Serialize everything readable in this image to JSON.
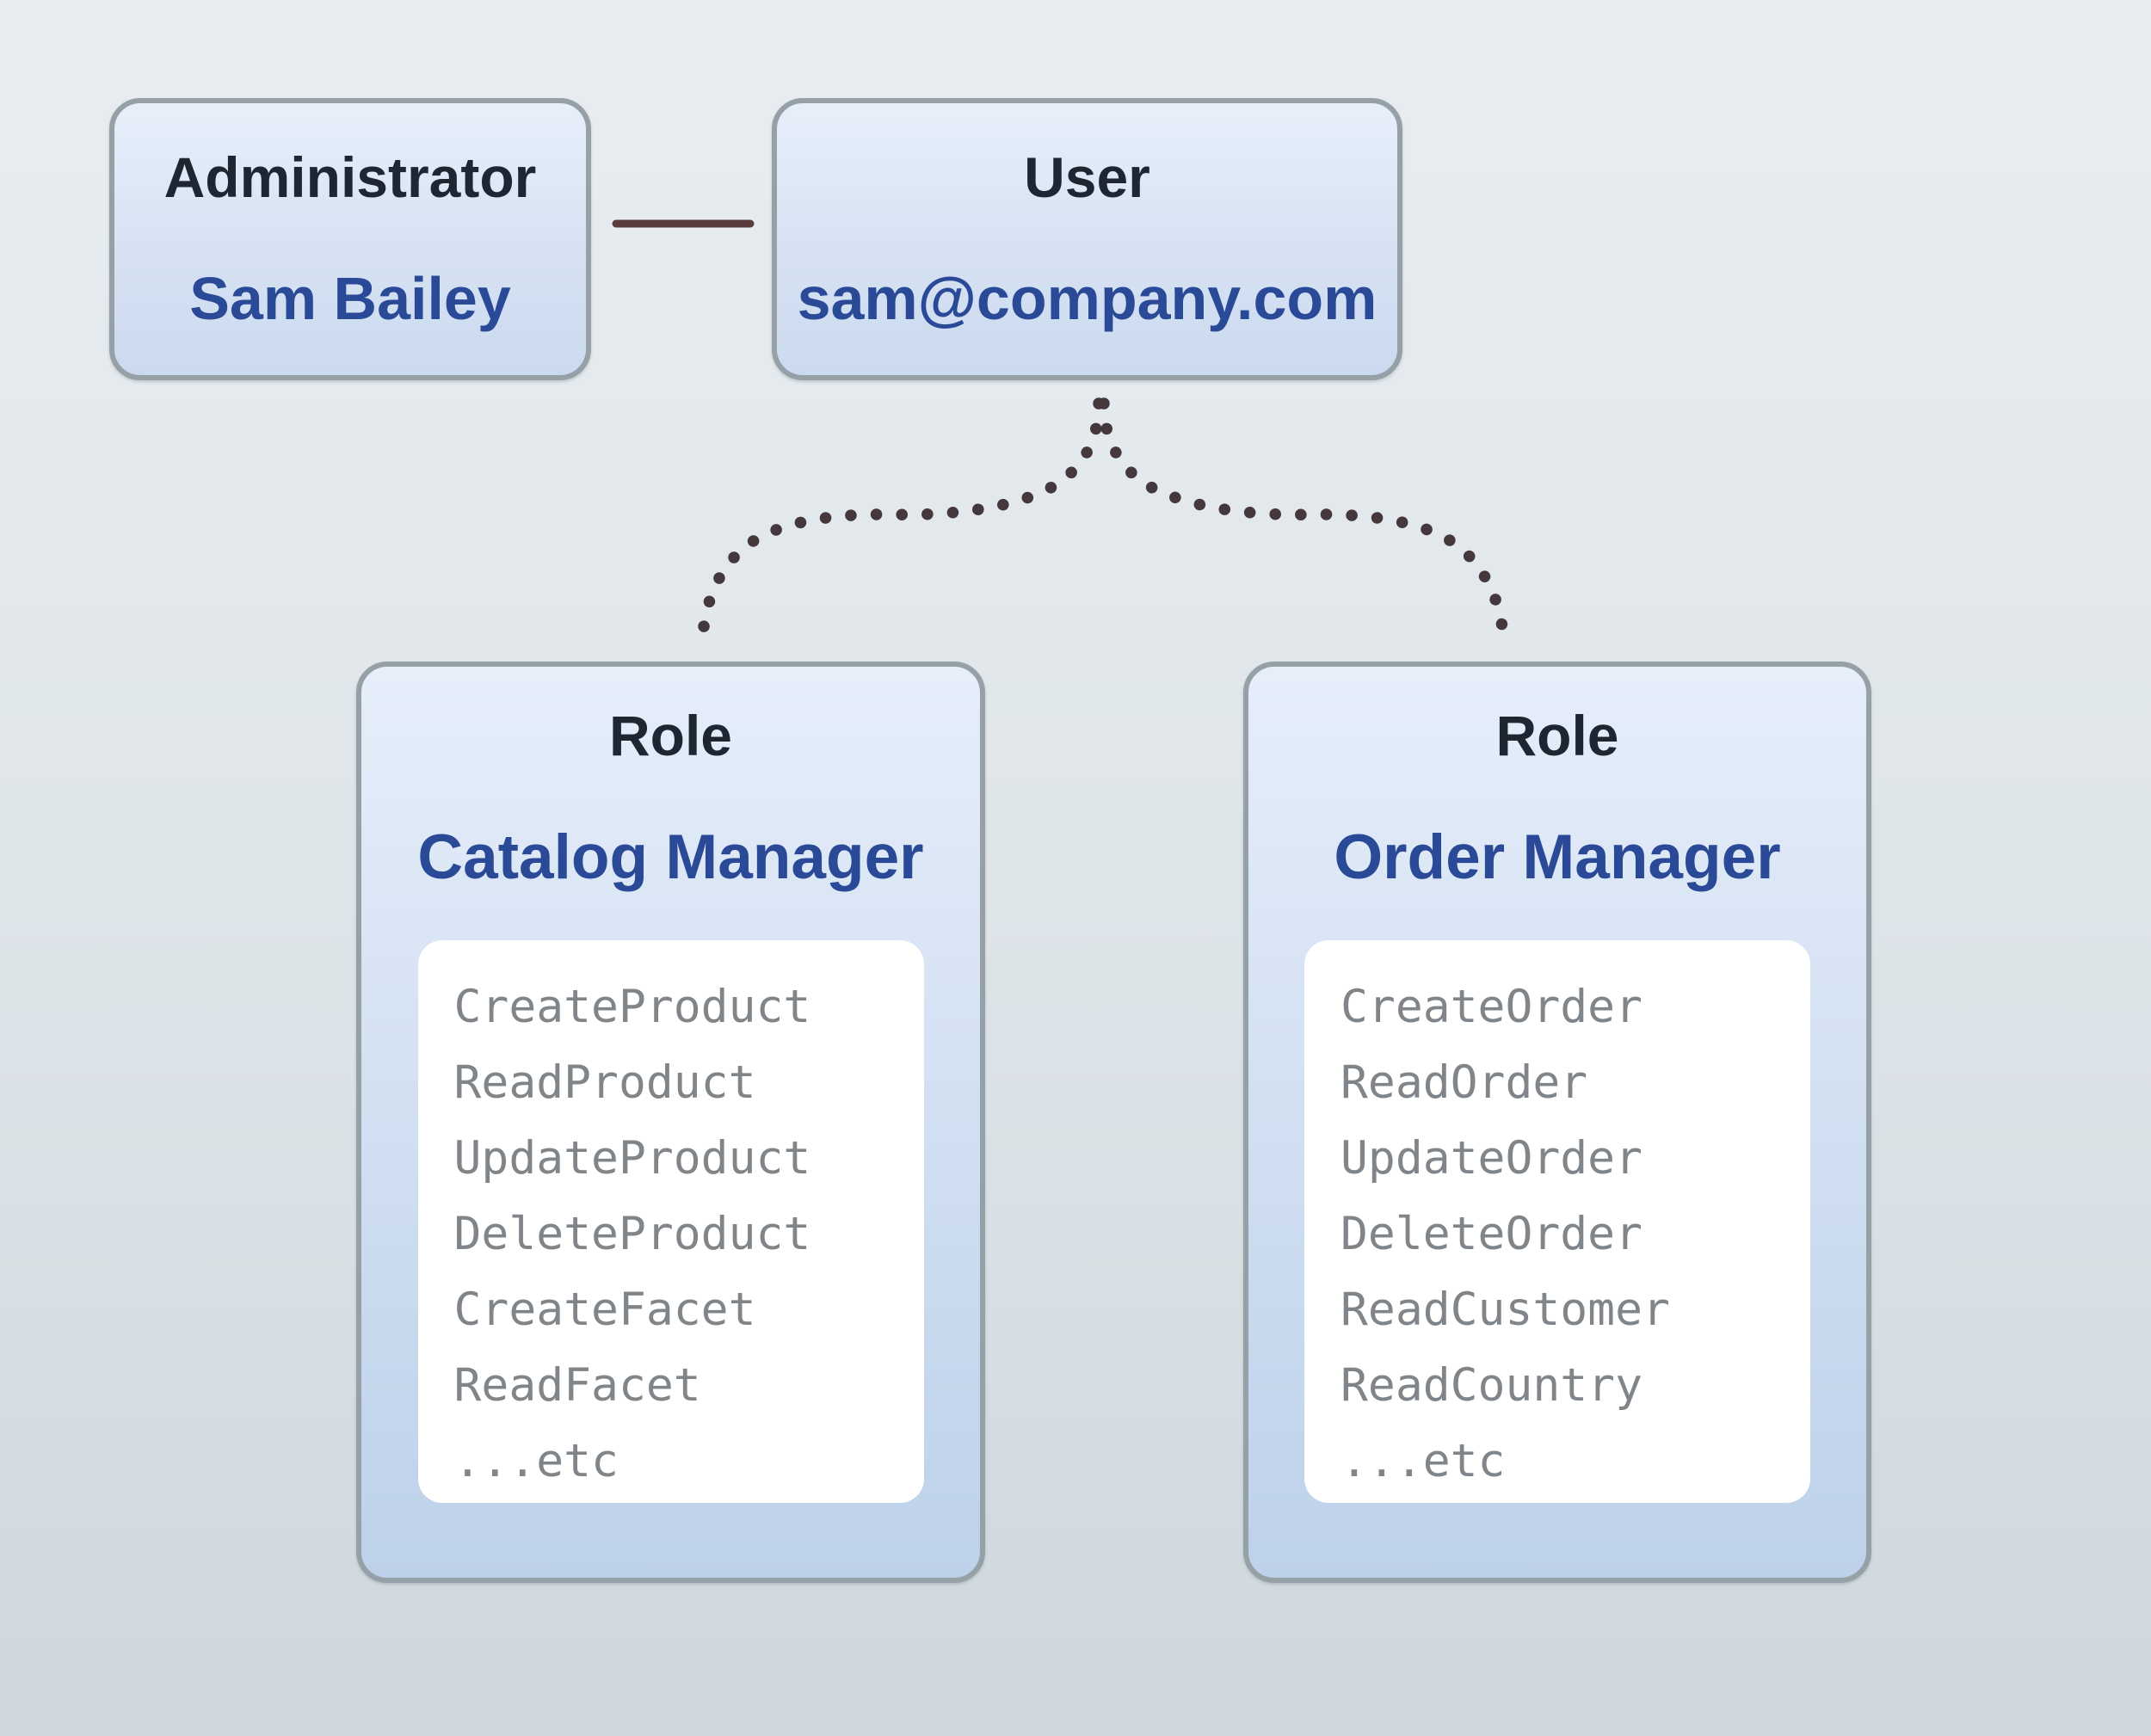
{
  "admin_card": {
    "title": "Administrator",
    "name": "Sam Bailey"
  },
  "user_card": {
    "title": "User",
    "email": "sam@company.com"
  },
  "roles": [
    {
      "title": "Role",
      "name": "Catalog Manager",
      "permissions": [
        "CreateProduct",
        "ReadProduct",
        "UpdateProduct",
        "DeleteProduct",
        "CreateFacet",
        "ReadFacet",
        "...etc"
      ]
    },
    {
      "title": "Role",
      "name": "Order Manager",
      "permissions": [
        "CreateOrder",
        "ReadOrder",
        "UpdateOrder",
        "DeleteOrder",
        "ReadCustomer",
        "ReadCountry",
        "...etc"
      ]
    }
  ],
  "palette": {
    "background_top": "#e9edf1",
    "background_bottom": "#cdd7dc",
    "card_border": "#96a0a7",
    "card_fill_top": "#e7effa",
    "card_fill_bottom": "#bdd1e9",
    "panel_white": "#ffffff",
    "title_text": "#1e2631",
    "accent_blue_text": "#2a4a97",
    "permission_text": "#80858a",
    "connector_line": "#5a3c3c",
    "connector_dots": "#45383d"
  }
}
